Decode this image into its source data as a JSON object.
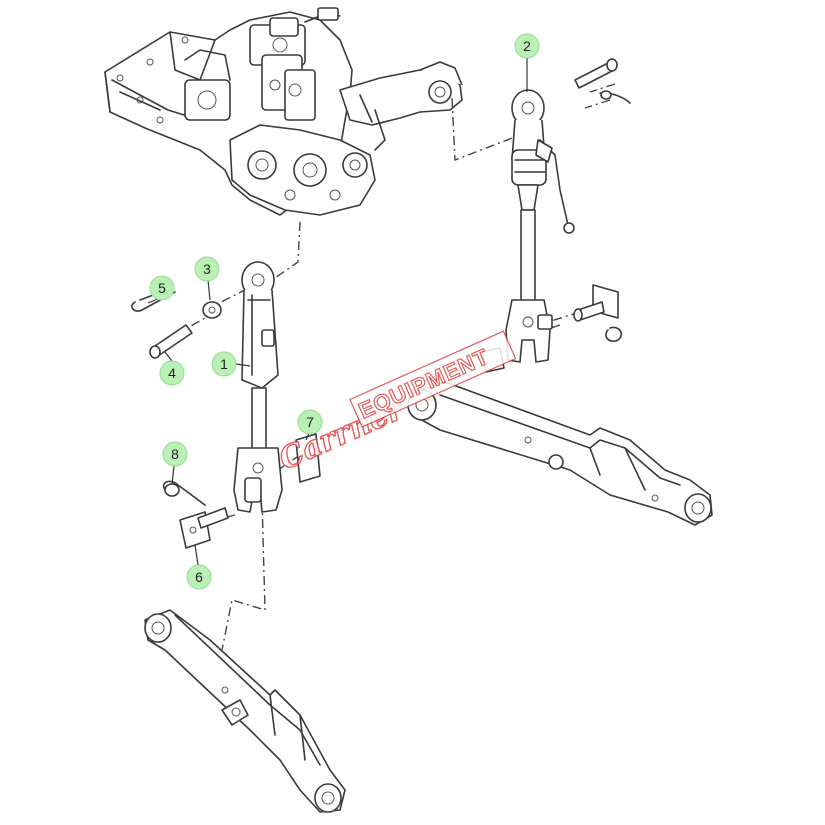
{
  "watermark": {
    "script": "Carrner",
    "block": "EQUIPMENT",
    "color": "#e04040"
  },
  "callout_fill": "#b9f0b4",
  "callouts": [
    {
      "id": "1",
      "label": "1"
    },
    {
      "id": "2",
      "label": "2"
    },
    {
      "id": "3",
      "label": "3"
    },
    {
      "id": "4",
      "label": "4"
    },
    {
      "id": "5",
      "label": "5"
    },
    {
      "id": "6",
      "label": "6"
    },
    {
      "id": "7",
      "label": "7"
    },
    {
      "id": "8",
      "label": "8"
    }
  ]
}
